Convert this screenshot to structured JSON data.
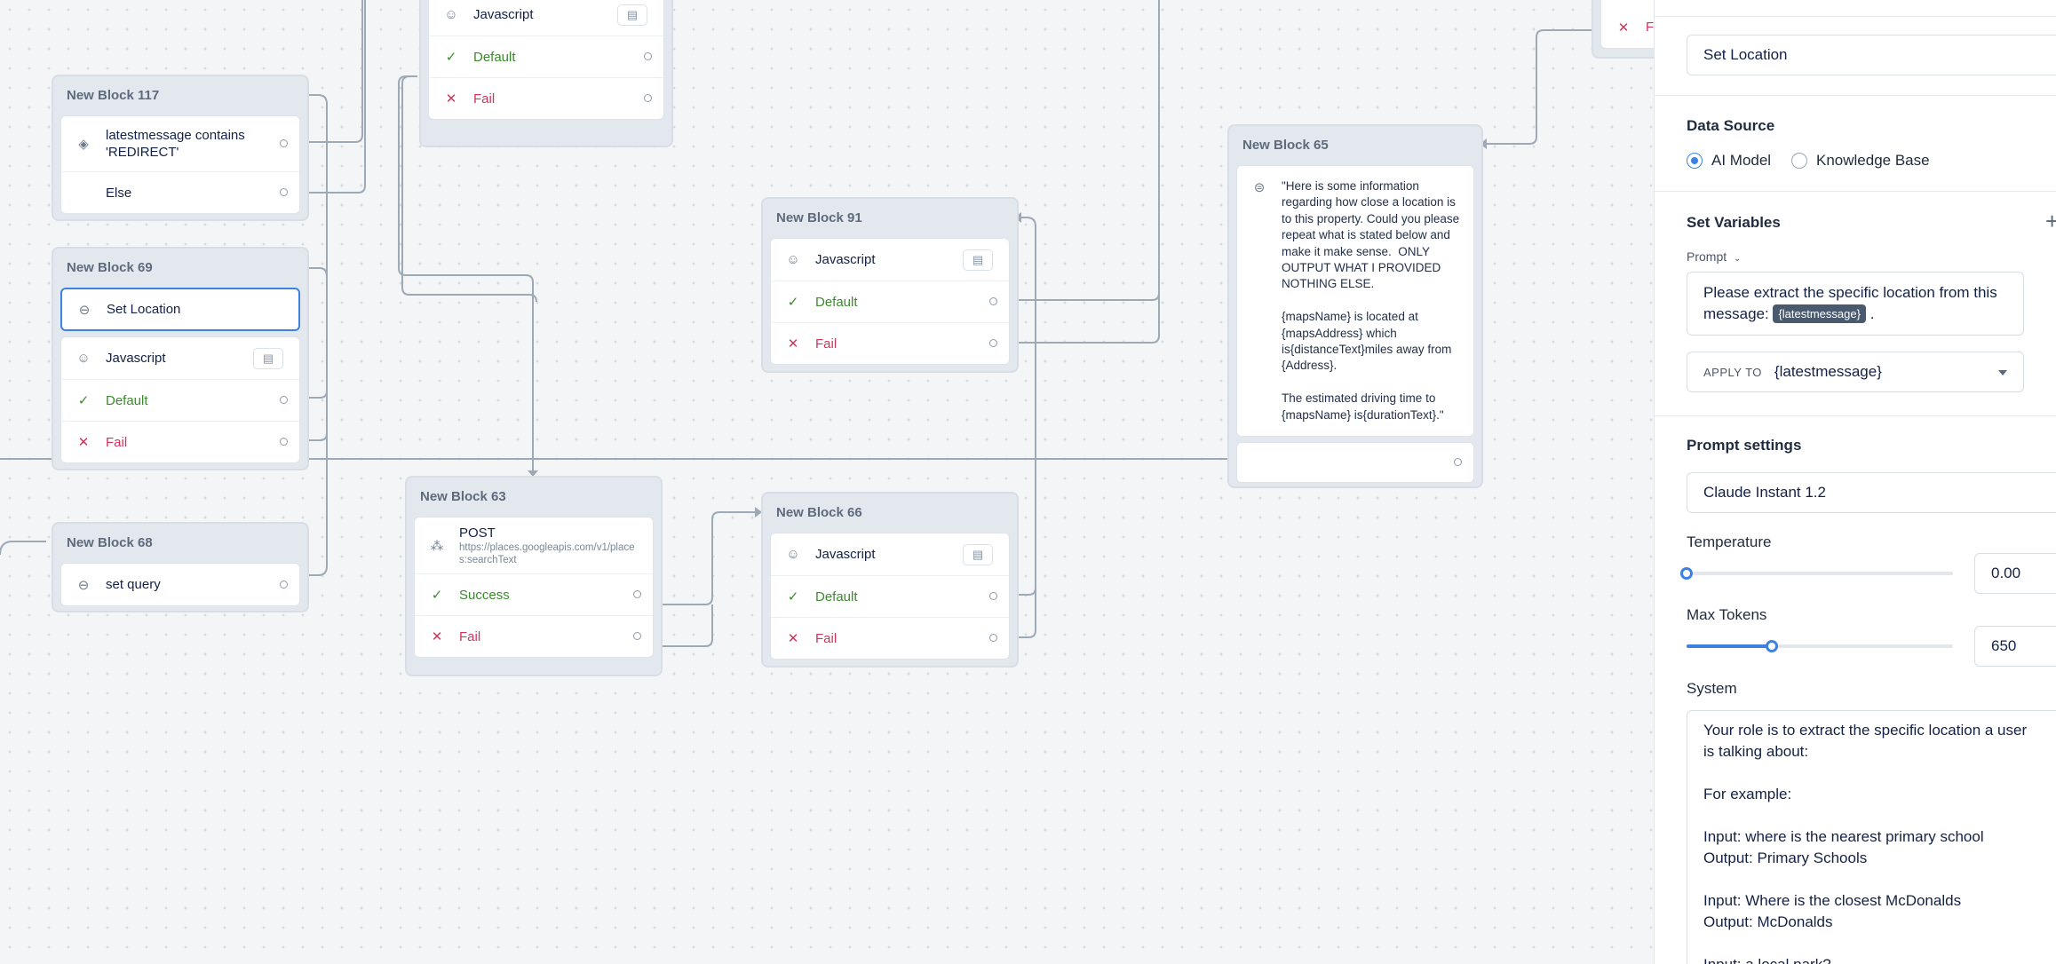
{
  "canvas": {
    "blocks": {
      "b117": {
        "title": "New Block 117",
        "steps": [
          {
            "icon": "condition-icon",
            "text": "latestmessage contains 'REDIRECT'"
          },
          {
            "icon": "",
            "text": "Else"
          }
        ]
      },
      "b69": {
        "title": "New Block 69",
        "set_step": {
          "icon": "set-variable-icon",
          "text": "Set Location"
        },
        "steps": [
          {
            "icon": "code-icon",
            "text": "Javascript"
          },
          {
            "icon": "check-icon",
            "text": "Default"
          },
          {
            "icon": "x-icon",
            "text": "Fail"
          }
        ]
      },
      "b68": {
        "title": "New Block 68",
        "steps": [
          {
            "icon": "set-variable-icon",
            "text": "set query"
          }
        ]
      },
      "btop": {
        "steps": [
          {
            "icon": "code-icon",
            "text": "Javascript"
          },
          {
            "icon": "check-icon",
            "text": "Default"
          },
          {
            "icon": "x-icon",
            "text": "Fail"
          }
        ]
      },
      "b63": {
        "title": "New Block 63",
        "api": {
          "icon": "api-icon",
          "method": "POST",
          "url": "https://places.googleapis.com/v1/places:searchText"
        },
        "steps": [
          {
            "icon": "check-icon",
            "text": "Success"
          },
          {
            "icon": "x-icon",
            "text": "Fail"
          }
        ]
      },
      "b91": {
        "title": "New Block 91",
        "steps": [
          {
            "icon": "code-icon",
            "text": "Javascript"
          },
          {
            "icon": "check-icon",
            "text": "Default"
          },
          {
            "icon": "x-icon",
            "text": "Fail"
          }
        ]
      },
      "b66": {
        "title": "New Block 66",
        "steps": [
          {
            "icon": "code-icon",
            "text": "Javascript"
          },
          {
            "icon": "check-icon",
            "text": "Default"
          },
          {
            "icon": "x-icon",
            "text": "Fail"
          }
        ]
      },
      "b65": {
        "title": "New Block 65",
        "speak_text": "\"Here is some information regarding how close a location is to this property. Could you please repeat what is stated below and make it make sense.  ONLY OUTPUT WHAT I PROVIDED NOTHING ELSE.\n\n{mapsName} is located at {mapsAddress} which is{distanceText}miles away from {Address}.\n\nThe estimated driving time to {mapsName} is{durationText}.\""
      },
      "btopright": {
        "fail_text": "Fa"
      }
    }
  },
  "panel": {
    "block_name": "Set Location",
    "data_source": {
      "heading": "Data Source",
      "options": [
        {
          "label": "AI Model",
          "selected": true
        },
        {
          "label": "Knowledge Base",
          "selected": false
        }
      ]
    },
    "set_variables": {
      "heading": "Set Variables",
      "add_symbol": "+",
      "prompt_label": "Prompt",
      "prompt_text_before": "Please extract the specific location from this message:",
      "prompt_variable": "{latestmessage}",
      "prompt_text_after": ".",
      "apply_to_label": "APPLY TO",
      "apply_to_value": "{latestmessage}"
    },
    "prompt_settings": {
      "heading": "Prompt settings",
      "model": "Claude Instant 1.2",
      "temperature_label": "Temperature",
      "temperature_value": "0.00",
      "temperature_fraction": 0,
      "max_tokens_label": "Max Tokens",
      "max_tokens_value": "650",
      "max_tokens_fraction": 0.32,
      "system_label": "System",
      "system_text": "Your role is to extract the specific location a user is talking about:\n\nFor example:\n\nInput: where is the nearest primary school\nOutput: Primary Schools\n\nInput: Where is the closest McDonalds\nOutput: McDonalds\n\nInput: a local park?"
    }
  },
  "colors": {
    "accent": "#3d82e2",
    "success": "#3c8a2e",
    "fail": "#d1345b",
    "wire": "#9ea9b6"
  }
}
